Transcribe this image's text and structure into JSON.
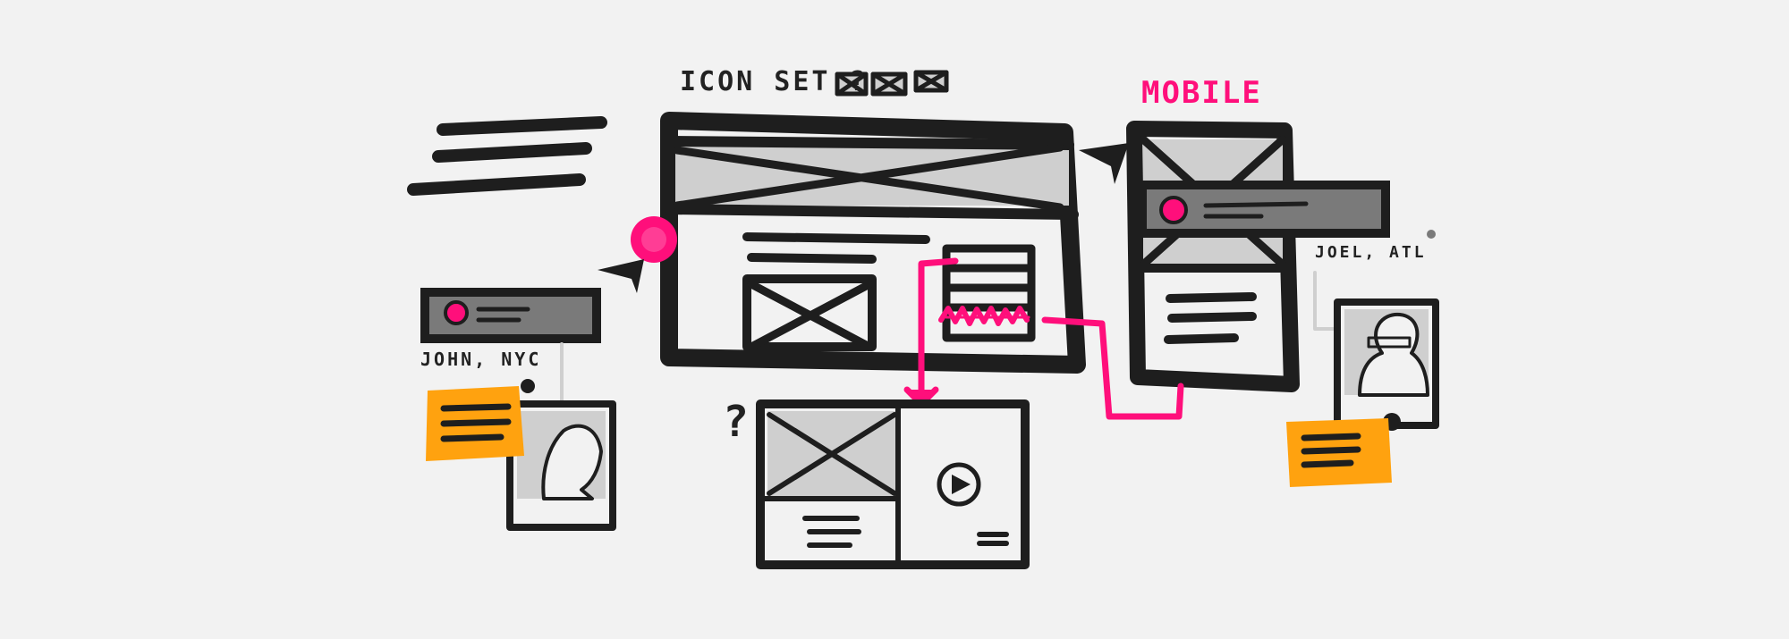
{
  "labels": {
    "icon_set": "ICON SET ?",
    "mobile": "MOBILE",
    "john": "JOHN, NYC",
    "joel": "JOEL, ATL",
    "question": "?"
  },
  "colors": {
    "background": "#f2f2f2",
    "ink": "#1e1e1e",
    "accent_pink": "#ff0f7b",
    "sticky_orange": "#ffa20f",
    "dark_gray": "#7a7a7a",
    "light_gray": "#cfcfcf"
  },
  "icons": [
    "placeholder-image-icon",
    "play-icon",
    "avatar-icon",
    "hamburger-menu-icon"
  ]
}
